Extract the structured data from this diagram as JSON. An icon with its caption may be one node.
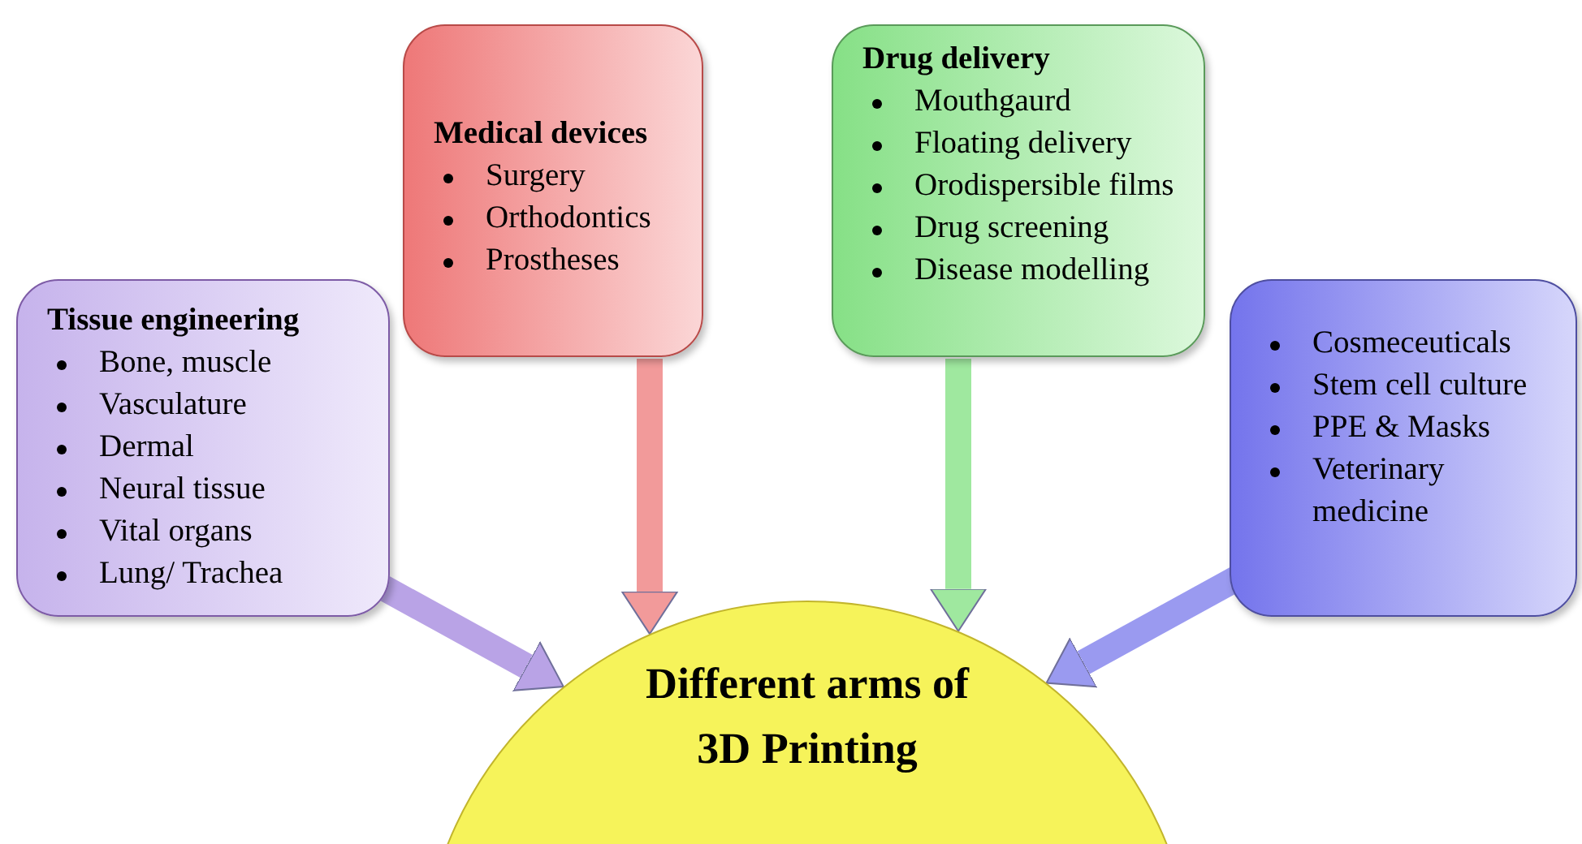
{
  "diagram": {
    "nodes": [
      {
        "text": [
          "Tissue engineering",
          "Bone, muscle",
          "Vasculature",
          "Dermal",
          "Neural tissue",
          "Vital organs",
          "Lung/ Trachea"
        ]
      },
      {
        "text": [
          "Medical devices",
          "Surgery",
          "Orthodontics",
          "Prostheses"
        ]
      },
      {
        "text": [
          "Drug delivery",
          "Mouthgaurd",
          "Floating delivery",
          "Orodispersible films",
          "Drug screening",
          "Disease modelling"
        ]
      },
      {
        "text": [
          "Cosmeceuticals",
          "Stem cell culture",
          "PPE & Masks",
          "Veterinary medicine"
        ]
      },
      {
        "text": [
          "Different arms of 3D Printing"
        ]
      }
    ],
    "edges": [
      {
        "from": 0,
        "to": 4,
        "arrow": "to",
        "color": "#b9a3e6"
      },
      {
        "from": 1,
        "to": 4,
        "arrow": "to",
        "color": "#f29a9a"
      },
      {
        "from": 2,
        "to": 4,
        "arrow": "to",
        "color": "#9fe89f"
      },
      {
        "from": 3,
        "to": 4,
        "arrow": "to",
        "color": "#9a9af0"
      }
    ]
  }
}
